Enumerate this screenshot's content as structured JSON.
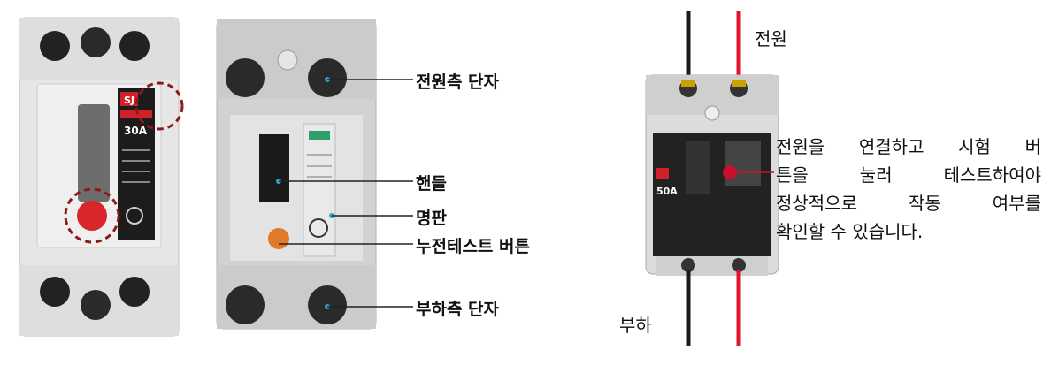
{
  "left_breaker": {
    "brand_badge": "SJ",
    "rating": "30A"
  },
  "middle_breaker": {
    "labels": {
      "power_terminal": "전원측 단자",
      "handle": "핸들",
      "nameplate": "명판",
      "test_button": "누전테스트 버튼",
      "load_terminal": "부하측 단자"
    }
  },
  "right_breaker": {
    "rating": "50A",
    "power_label": "전원",
    "load_label": "부하",
    "description_lines": [
      "전원을 연결하고 시험 버",
      "튼을 눌러 테스트하여야",
      "정상적으로 작동 여부를",
      "확인할 수 있습니다."
    ]
  },
  "colors": {
    "power_wire": "#e0142a",
    "load_wire": "#1a1a1a",
    "body": "#dcdcdc",
    "test_button": "#d9262a",
    "dashed_circle": "#8b1a1a"
  }
}
